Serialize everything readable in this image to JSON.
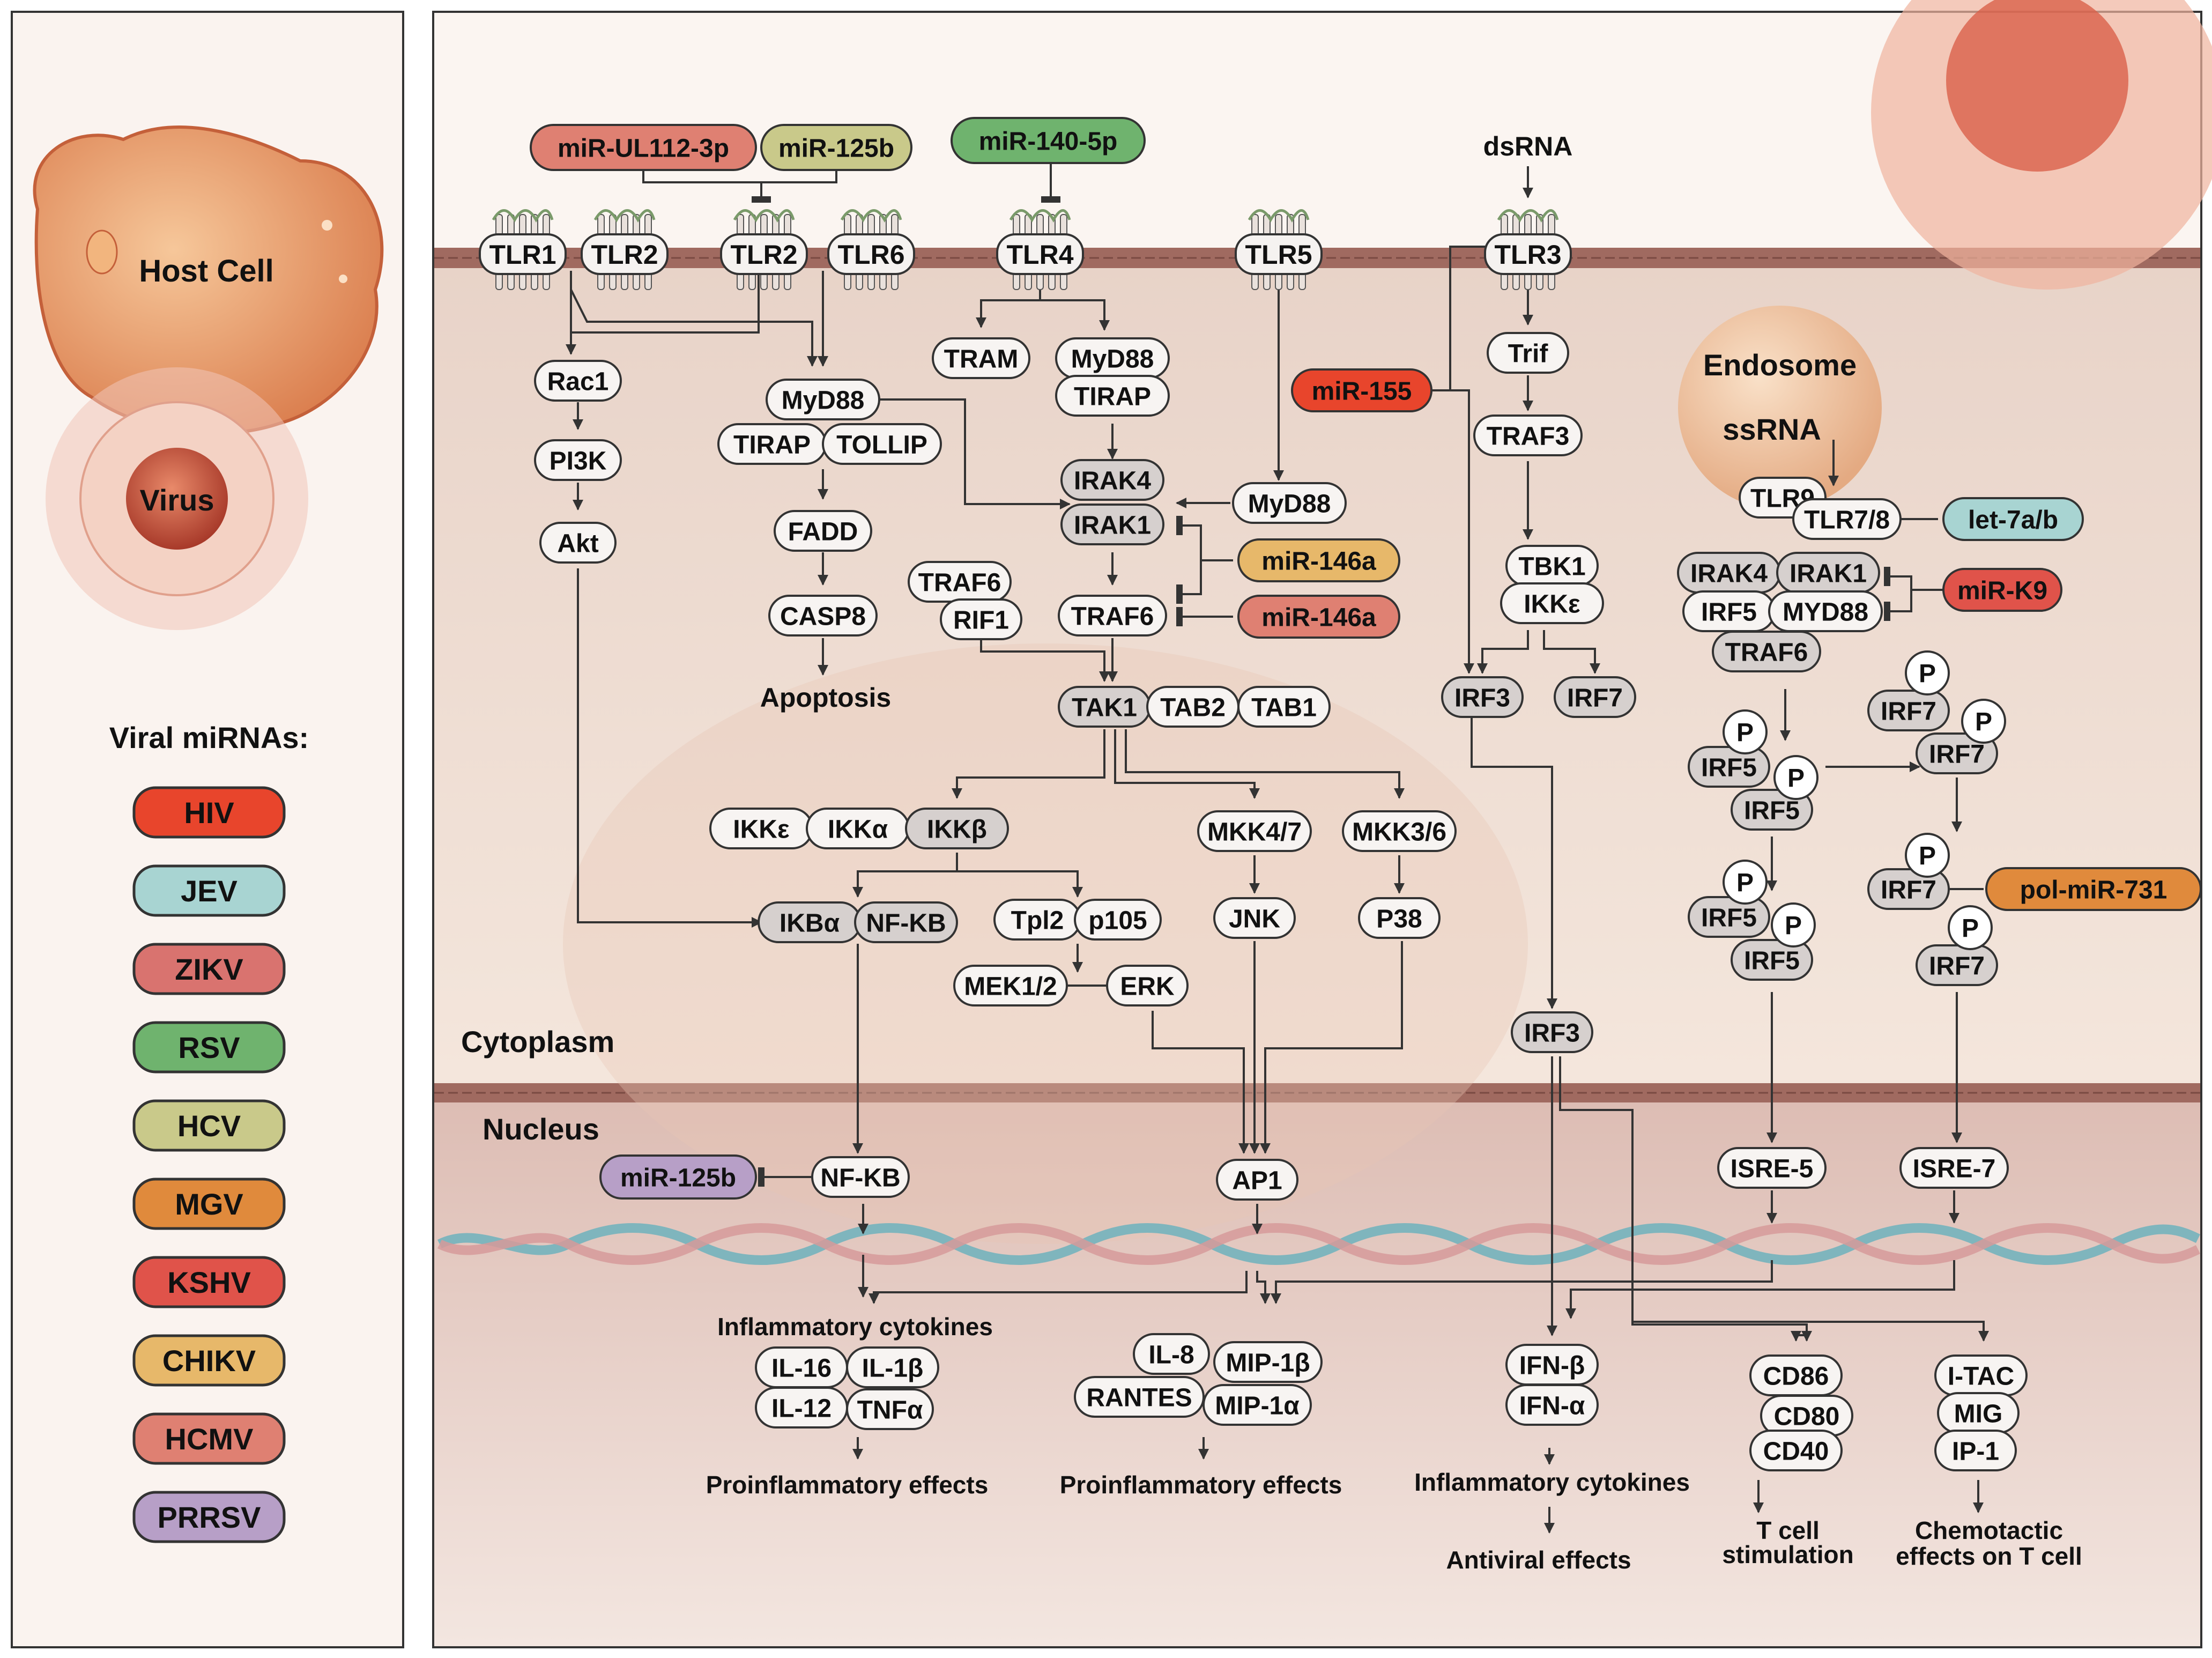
{
  "legend": {
    "host_cell": "Host Cell",
    "virus": "Virus",
    "title": "Viral miRNAs:",
    "items": [
      {
        "label": "HIV",
        "color": "#e8452c"
      },
      {
        "label": "JEV",
        "color": "#a8d4d2"
      },
      {
        "label": "ZIKV",
        "color": "#d9736f"
      },
      {
        "label": "RSV",
        "color": "#6fb36e"
      },
      {
        "label": "HCV",
        "color": "#c9c98a"
      },
      {
        "label": "MGV",
        "color": "#e08a3c"
      },
      {
        "label": "KSHV",
        "color": "#e0534a"
      },
      {
        "label": "CHIKV",
        "color": "#e7b86a"
      },
      {
        "label": "HCMV",
        "color": "#df8072"
      },
      {
        "label": "PRRSV",
        "color": "#b79fc7"
      }
    ]
  },
  "regions": {
    "cytoplasm": "Cytoplasm",
    "nucleus": "Nucleus",
    "endosome": "Endosome"
  },
  "mirnas": {
    "ul112": "miR-UL112-3p",
    "m125b_top": "miR-125b",
    "m140": "miR-140-5p",
    "m155": "miR-155",
    "m146a_1": "miR-146a",
    "m146a_2": "miR-146a",
    "let7": "let-7a/b",
    "k9": "miR-K9",
    "pol731": "pol-miR-731",
    "m125b_nuc": "miR-125b"
  },
  "receptors": {
    "tlr1": "TLR1",
    "tlr2a": "TLR2",
    "tlr2b": "TLR2",
    "tlr6": "TLR6",
    "tlr4": "TLR4",
    "tlr5": "TLR5",
    "tlr3": "TLR3",
    "tlr9": "TLR9",
    "tlr78": "TLR7/8"
  },
  "ligands": {
    "dsrna": "dsRNA",
    "ssrna": "ssRNA"
  },
  "nodes": {
    "rac1": "Rac1",
    "pi3k": "PI3K",
    "akt": "Akt",
    "myd88_a": "MyD88",
    "tirap_a": "TIRAP",
    "tollip": "TOLLIP",
    "fadd": "FADD",
    "casp8": "CASP8",
    "apoptosis": "Apoptosis",
    "tram": "TRAM",
    "myd88_b": "MyD88",
    "tirap_b": "TIRAP",
    "irak4": "IRAK4",
    "irak1": "IRAK1",
    "myd88_c": "MyD88",
    "traf6_a": "TRAF6",
    "rif1": "RIF1",
    "traf6_b": "TRAF6",
    "tak1": "TAK1",
    "tab2": "TAB2",
    "tab1": "TAB1",
    "ikke_a": "IKKε",
    "ikka": "IKKα",
    "ikkb": "IKKβ",
    "ikba": "IKBα",
    "nfkb_c": "NF-KB",
    "tpl2": "Tpl2",
    "p105": "p105",
    "mek": "MEK1/2",
    "erk": "ERK",
    "mkk47": "MKK4/7",
    "jnk": "JNK",
    "mkk36": "MKK3/6",
    "p38": "P38",
    "trif": "Trif",
    "traf3": "TRAF3",
    "tbk1": "TBK1",
    "ikke_b": "IKKε",
    "irf3_a": "IRF3",
    "irf7_a": "IRF7",
    "irf3_b": "IRF3",
    "e_irak4": "IRAK4",
    "e_irak1": "IRAK1",
    "e_irf5": "IRF5",
    "e_myd88": "MYD88",
    "e_traf6": "TRAF6",
    "irf5_1": "IRF5",
    "irf5_2": "IRF5",
    "irf7_1": "IRF7",
    "irf7_2": "IRF7",
    "irf5_3": "IRF5",
    "irf5_4": "IRF5",
    "irf7_3": "IRF7",
    "irf7_4": "IRF7",
    "p": "P",
    "nfkb_n": "NF-KB",
    "ap1": "AP1",
    "isre5": "ISRE-5",
    "isre7": "ISRE-7"
  },
  "outputs": {
    "infl_cyt_1": "Inflammatory cytokines",
    "il16": "IL-16",
    "il1b": "IL-1β",
    "il12": "IL-12",
    "tnfa": "TNFα",
    "proinf_1": "Proinflammatory effects",
    "il8": "IL-8",
    "mip1b": "MIP-1β",
    "rantes": "RANTES",
    "mip1a": "MIP-1α",
    "proinf_2": "Proinflammatory effects",
    "ifnb": "IFN-β",
    "ifna": "IFN-α",
    "infl_cyt_2": "Inflammatory cytokines",
    "antiviral": "Antiviral effects",
    "cd86": "CD86",
    "cd80": "CD80",
    "cd40": "CD40",
    "tcell_1": "T cell",
    "tcell_2": "stimulation",
    "itac": "I-TAC",
    "mig": "MIG",
    "ip1": "IP-1",
    "chemo_1": "Chemotactic",
    "chemo_2": "effects on T cell"
  }
}
